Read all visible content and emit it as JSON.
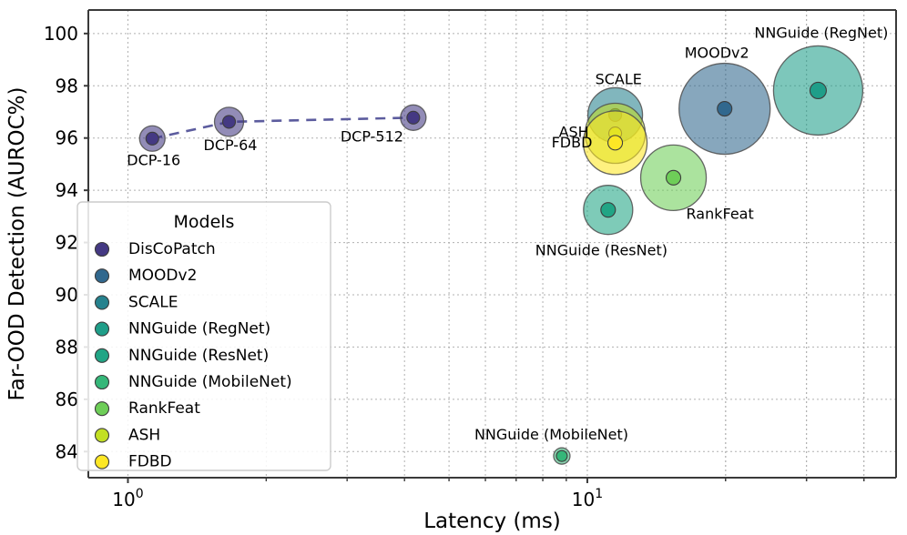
{
  "chart_data": {
    "type": "scatter",
    "title": "",
    "xlabel": "Latency (ms)",
    "ylabel": "Far-OOD Detection (AUROC%)",
    "xscale": "log",
    "xlim": [
      0.82,
      47.0
    ],
    "ylim": [
      83.0,
      100.9
    ],
    "grid": true,
    "xticks": [
      "10⁰",
      "10¹"
    ],
    "xtick_values": [
      1,
      10
    ],
    "yticks": [
      "84",
      "86",
      "88",
      "90",
      "92",
      "94",
      "96",
      "98",
      "100"
    ],
    "ytick_values": [
      84,
      86,
      88,
      90,
      92,
      94,
      96,
      98,
      100
    ],
    "legend_title": "Models",
    "legend_position": "lower left",
    "series": [
      {
        "name": "DisCoPatch",
        "color": "#443983"
      },
      {
        "name": "MOODv2",
        "color": "#31688e"
      },
      {
        "name": "SCALE",
        "color": "#26828e"
      },
      {
        "name": "NNGuide (RegNet)",
        "color": "#1f9e89"
      },
      {
        "name": "NNGuide (ResNet)",
        "color": "#21a585"
      },
      {
        "name": "NNGuide (MobileNet)",
        "color": "#35b779"
      },
      {
        "name": "RankFeat",
        "color": "#6ece58"
      },
      {
        "name": "ASH",
        "color": "#c2df23"
      },
      {
        "name": "FDBD",
        "color": "#fde725"
      }
    ],
    "points": [
      {
        "label": "DCP-16",
        "model": "DisCoPatch",
        "x": 1.13,
        "y": 95.98,
        "bubble_r": 14,
        "dot_r": 7,
        "color": "#443983",
        "label_dx": -28,
        "label_dy": 29
      },
      {
        "label": "DCP-64",
        "model": "DisCoPatch",
        "x": 1.66,
        "y": 96.62,
        "bubble_r": 16,
        "dot_r": 7,
        "color": "#443983",
        "label_dx": -28,
        "label_dy": 31
      },
      {
        "label": "DCP-512",
        "model": "DisCoPatch",
        "x": 4.18,
        "y": 96.78,
        "bubble_r": 14,
        "dot_r": 7,
        "color": "#443983",
        "label_dx": -80,
        "label_dy": 26
      },
      {
        "label": "SCALE",
        "model": "SCALE",
        "x": 11.5,
        "y": 96.88,
        "bubble_r": 30,
        "dot_r": 7,
        "color": "#26828e",
        "label_dx": -22,
        "label_dy": -34
      },
      {
        "label": "ASH",
        "model": "ASH",
        "x": 11.5,
        "y": 96.18,
        "bubble_r": 33,
        "dot_r": 7,
        "color": "#c2df23",
        "label_dx": -62,
        "label_dy": 4
      },
      {
        "label": "FDBD",
        "model": "FDBD",
        "x": 11.5,
        "y": 95.82,
        "bubble_r": 35,
        "dot_r": 8,
        "color": "#fde725",
        "label_dx": -70,
        "label_dy": 5
      },
      {
        "label": "RankFeat",
        "model": "RankFeat",
        "x": 15.4,
        "y": 94.48,
        "bubble_r": 36,
        "dot_r": 8,
        "color": "#6ece58",
        "label_dx": 14,
        "label_dy": 45
      },
      {
        "label": "NNGuide (ResNet)",
        "model": "NNGuide (ResNet)",
        "x": 11.1,
        "y": 93.25,
        "bubble_r": 27,
        "dot_r": 8,
        "color": "#21a585",
        "label_dx": -80,
        "label_dy": 50
      },
      {
        "label": "MOODv2",
        "model": "MOODv2",
        "x": 19.9,
        "y": 97.12,
        "bubble_r": 50,
        "dot_r": 8,
        "color": "#31688e",
        "label_dx": -44,
        "label_dy": -56
      },
      {
        "label": "NNGuide (RegNet)",
        "model": "NNGuide (RegNet)",
        "x": 31.8,
        "y": 97.82,
        "bubble_r": 49,
        "dot_r": 9,
        "color": "#1f9e89",
        "label_dx": -70,
        "label_dy": -58
      },
      {
        "label": "NNGuide (MobileNet)",
        "model": "NNGuide (MobileNet)",
        "x": 8.8,
        "y": 83.83,
        "bubble_r": 9,
        "dot_r": 6,
        "color": "#35b779",
        "label_dx": -96,
        "label_dy": -18
      }
    ],
    "connector": {
      "name": "discopatch-trend-line",
      "style": "dashed",
      "color": "#5c5c9e",
      "through": [
        "DCP-16",
        "DCP-64",
        "DCP-512"
      ]
    }
  }
}
